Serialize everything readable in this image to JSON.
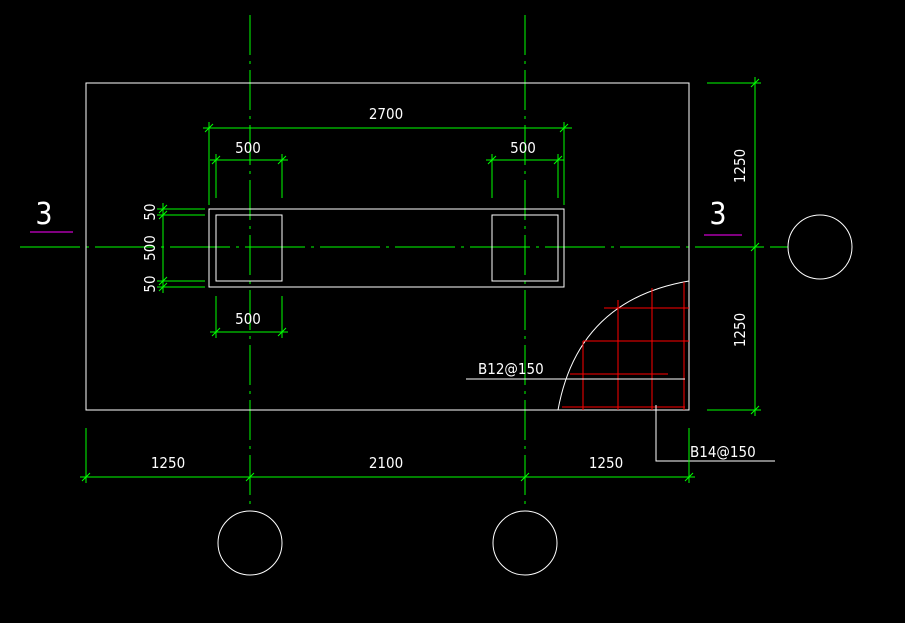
{
  "drawing": {
    "colors": {
      "background": "#000000",
      "outline": "#ffffff",
      "dimension": "#00ff00",
      "axis": "#00ff00",
      "rebar": "#ff0000",
      "section_underline": "#ff00ff"
    },
    "dimensions": {
      "beam_length": "2700",
      "column_left_top": "500",
      "column_right_top": "500",
      "column_bottom": "500",
      "offset_top": "50",
      "beam_width": "500",
      "offset_bottom": "50",
      "right_top": "1250",
      "right_bottom": "1250",
      "bottom_left": "1250",
      "bottom_middle": "2100",
      "bottom_right": "1250"
    },
    "rebar_labels": {
      "top_layer": "B12@150",
      "bottom_layer": "B14@150"
    },
    "section_marks": {
      "left": "3",
      "right": "3"
    },
    "axis_bubbles": [
      "",
      "",
      ""
    ]
  }
}
